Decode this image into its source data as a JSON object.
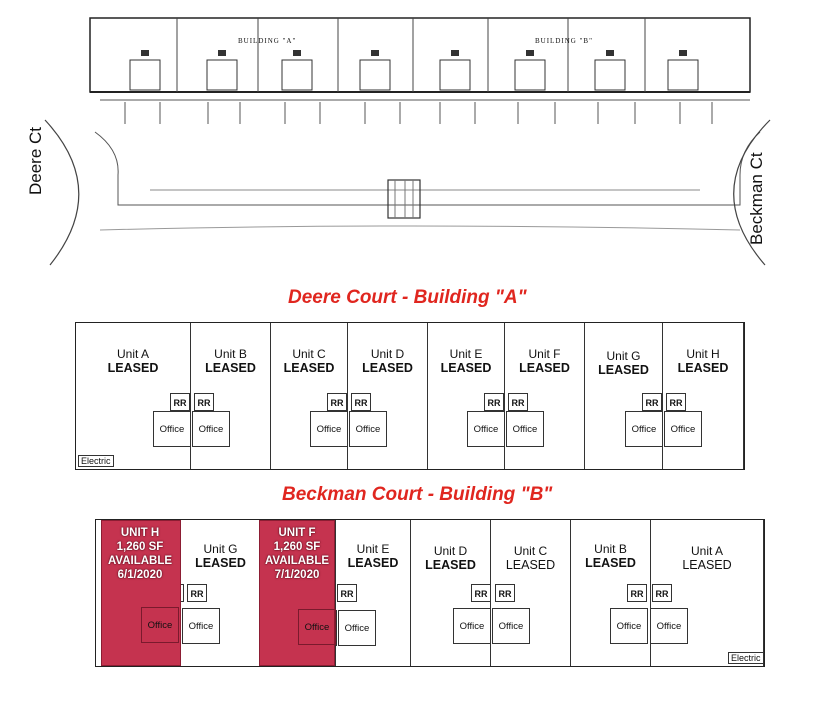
{
  "site_plan": {
    "building_a_tag": "BUILDING \"A\"",
    "building_b_tag": "BUILDING \"B\"",
    "street_left": "Deere Ct",
    "street_right": "Beckman Ct"
  },
  "building_a": {
    "title": "Deere Court -  Building \"A\"",
    "units": [
      {
        "name": "Unit A",
        "status": "LEASED"
      },
      {
        "name": "Unit B",
        "status": "LEASED"
      },
      {
        "name": "Unit C",
        "status": "LEASED"
      },
      {
        "name": "Unit D",
        "status": "LEASED"
      },
      {
        "name": "Unit E",
        "status": "LEASED"
      },
      {
        "name": "Unit F",
        "status": "LEASED"
      },
      {
        "name": "Unit G",
        "status": "LEASED"
      },
      {
        "name": "Unit H",
        "status": "LEASED"
      }
    ],
    "office_label": "Office",
    "rr_label": "RR",
    "electric_label": "Electric"
  },
  "building_b": {
    "title": "Beckman Court -  Building \"B\"",
    "units": [
      {
        "name": "Unit G",
        "status": "LEASED"
      },
      {
        "name": "Unit E",
        "status": "LEASED"
      },
      {
        "name": "Unit D",
        "status": "LEASED"
      },
      {
        "name": "Unit C",
        "status": "LEASED"
      },
      {
        "name": "Unit B",
        "status": "LEASED"
      },
      {
        "name": "Unit A",
        "status": "LEASED"
      }
    ],
    "available": [
      {
        "line1": "UNIT H",
        "line2": "1,260 SF",
        "line3": "AVAILABLE",
        "line4": "6/1/2020"
      },
      {
        "line1": "UNIT F",
        "line2": "1,260 SF",
        "line3": "AVAILABLE",
        "line4": "7/1/2020"
      }
    ],
    "office_label": "Office",
    "rr_label": "RR",
    "electric_label": "Electric",
    "highlight_color": "#c5334f"
  }
}
